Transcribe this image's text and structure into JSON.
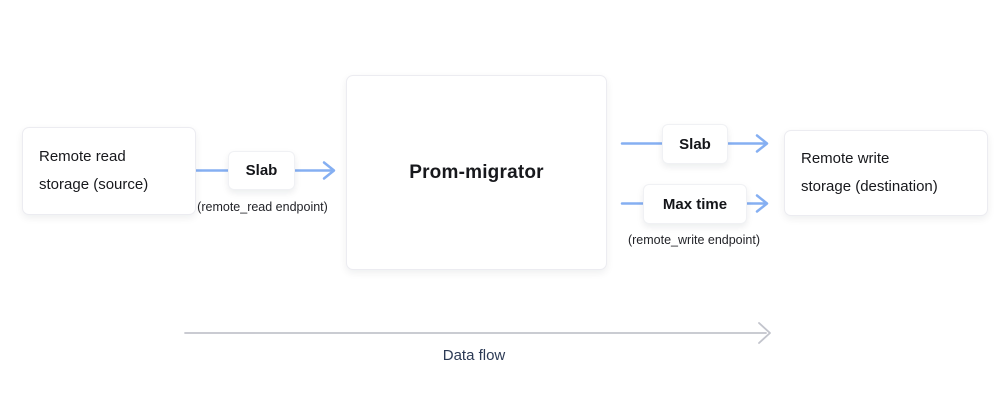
{
  "diagram": {
    "nodes": {
      "source": {
        "line1": "Remote read",
        "line2": "storage (source)"
      },
      "migrator": {
        "label": "Prom-migrator"
      },
      "destination": {
        "line1": "Remote write",
        "line2": "storage (destination)"
      }
    },
    "edges": {
      "read": {
        "chip": "Slab",
        "caption": "(remote_read endpoint)"
      },
      "write_slab": {
        "chip": "Slab"
      },
      "write_max_time": {
        "chip": "Max time",
        "caption": "(remote_write endpoint)"
      }
    },
    "flow": {
      "label": "Data flow"
    },
    "colors": {
      "arrow_blue": "#85aff2",
      "arrow_gray": "#c2c4cc",
      "node_border": "#ececf1",
      "node_bg": "#ffffff",
      "text_dark": "#17181c",
      "flow_text": "#2c3a55"
    }
  }
}
